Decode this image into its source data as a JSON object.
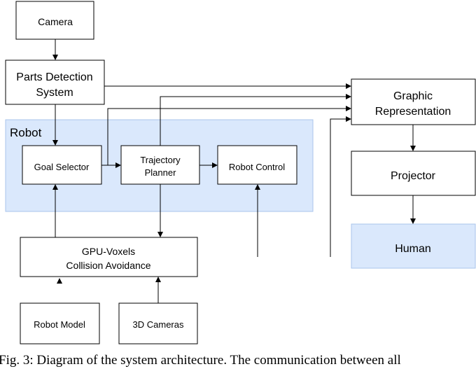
{
  "colors": {
    "robot_group_fill": "#dae8fc",
    "robot_group_stroke": "#a9c4eb",
    "human_fill": "#dae8fc",
    "box_stroke": "#000000",
    "arrow": "#000000"
  },
  "nodes": {
    "camera": "Camera",
    "parts_detection_line1": "Parts Detection",
    "parts_detection_line2": "System",
    "robot_group": "Robot",
    "goal_selector": "Goal Selector",
    "trajectory_planner_line1": "Trajectory",
    "trajectory_planner_line2": "Planner",
    "robot_control": "Robot Control",
    "gpu_voxels_line1": "GPU-Voxels",
    "gpu_voxels_line2": "Collision Avoidance",
    "robot_model": "Robot Model",
    "cameras_3d": "3D Cameras",
    "graphic_rep_line1": "Graphic",
    "graphic_rep_line2": "Representation",
    "projector": "Projector",
    "human": "Human"
  },
  "caption": "Fig. 3: Diagram of the system architecture. The communication between all"
}
